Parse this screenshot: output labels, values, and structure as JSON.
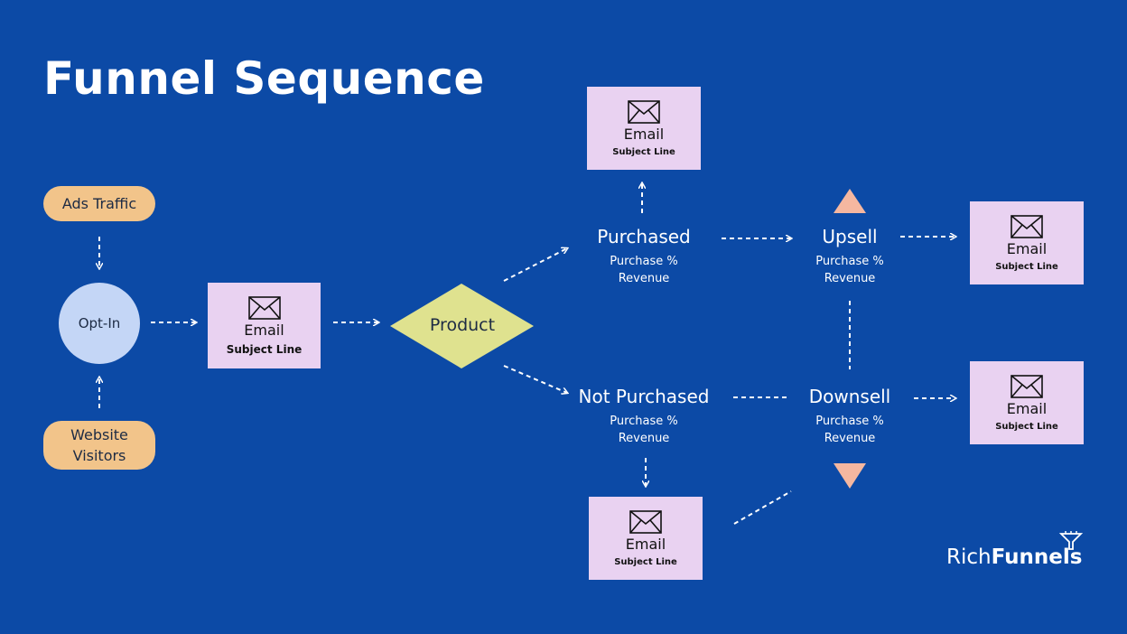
{
  "title": "Funnel Sequence",
  "sources": {
    "ads_traffic": "Ads Traffic",
    "website_visitors_line1": "Website",
    "website_visitors_line2": "Visitors"
  },
  "opt_in": "Opt-In",
  "product": "Product",
  "email": {
    "label": "Email",
    "subject": "Subject Line"
  },
  "purchased": {
    "title": "Purchased",
    "metric1": "Purchase %",
    "metric2": "Revenue"
  },
  "not_purchased": {
    "title": "Not Purchased",
    "metric1": "Purchase %",
    "metric2": "Revenue"
  },
  "upsell": {
    "title": "Upsell",
    "metric1": "Purchase %",
    "metric2": "Revenue"
  },
  "downsell": {
    "title": "Downsell",
    "metric1": "Purchase %",
    "metric2": "Revenue"
  },
  "logo": {
    "light": "Rich",
    "bold": "Funnels"
  },
  "colors": {
    "background": "#0c4aa6",
    "source_pill": "#f2c48a",
    "opt_in_circle": "#c4d6f6",
    "email_box": "#e9d2f1",
    "product_diamond": "#dfe28f",
    "triangle": "#f5b7a0",
    "connector": "#ffffff"
  },
  "icons": [
    "envelope-icon",
    "triangle-up-icon",
    "triangle-down-icon",
    "funnel-icon"
  ]
}
